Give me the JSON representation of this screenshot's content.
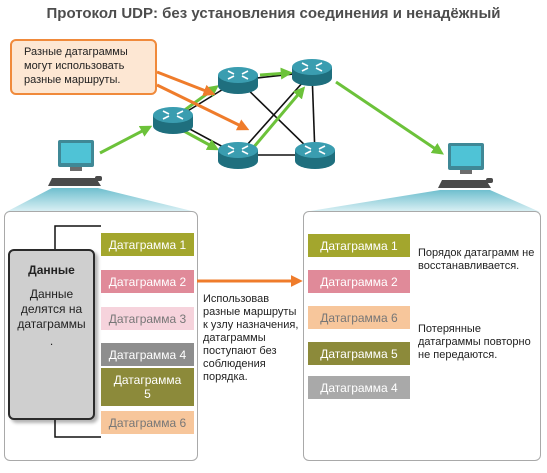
{
  "title": "Протокол UDP: без установления соединения и ненадёжный",
  "note": "Разные датаграммы могут использовать разные маршруты.",
  "data_block": {
    "header": "Данные",
    "text": "Данные делятся на датаграммы",
    "dot": "."
  },
  "left_datagrams": [
    {
      "label": "Датаграмма 1",
      "color": "#a3a62d"
    },
    {
      "label": "Датаграмма 2",
      "color": "#e08a99"
    },
    {
      "label": "Датаграмма 3",
      "color": "#f6d3dc"
    },
    {
      "label": "Датаграмма 4",
      "color": "#8e8e8e"
    },
    {
      "label": "Датаграмма 5",
      "color": "#8c8a3a"
    },
    {
      "label": "Датаграмма 6",
      "color": "#f7c69b"
    }
  ],
  "right_datagrams": [
    {
      "label": "Датаграмма 1",
      "color": "#a3a62d"
    },
    {
      "label": "Датаграмма 2",
      "color": "#e08a99"
    },
    {
      "label": "Датаграмма 6",
      "color": "#f7c69b"
    },
    {
      "label": "Датаграмма 5",
      "color": "#8c8a3a"
    },
    {
      "label": "Датаграмма 4",
      "color": "#a9a9a9"
    }
  ],
  "middle_text": "Использовав разные маршруты к узлу назначения, датаграммы поступают без соблюдения порядка.",
  "order_text": "Порядок датаграмм не восстанавливается.",
  "lost_text": "Потерянные датаграммы повторно не передаются.",
  "colors": {
    "router": "#2f8fa0",
    "path_arrow": "#6cc23a",
    "note_arrow": "#ef7c2b",
    "link": "#111111"
  }
}
